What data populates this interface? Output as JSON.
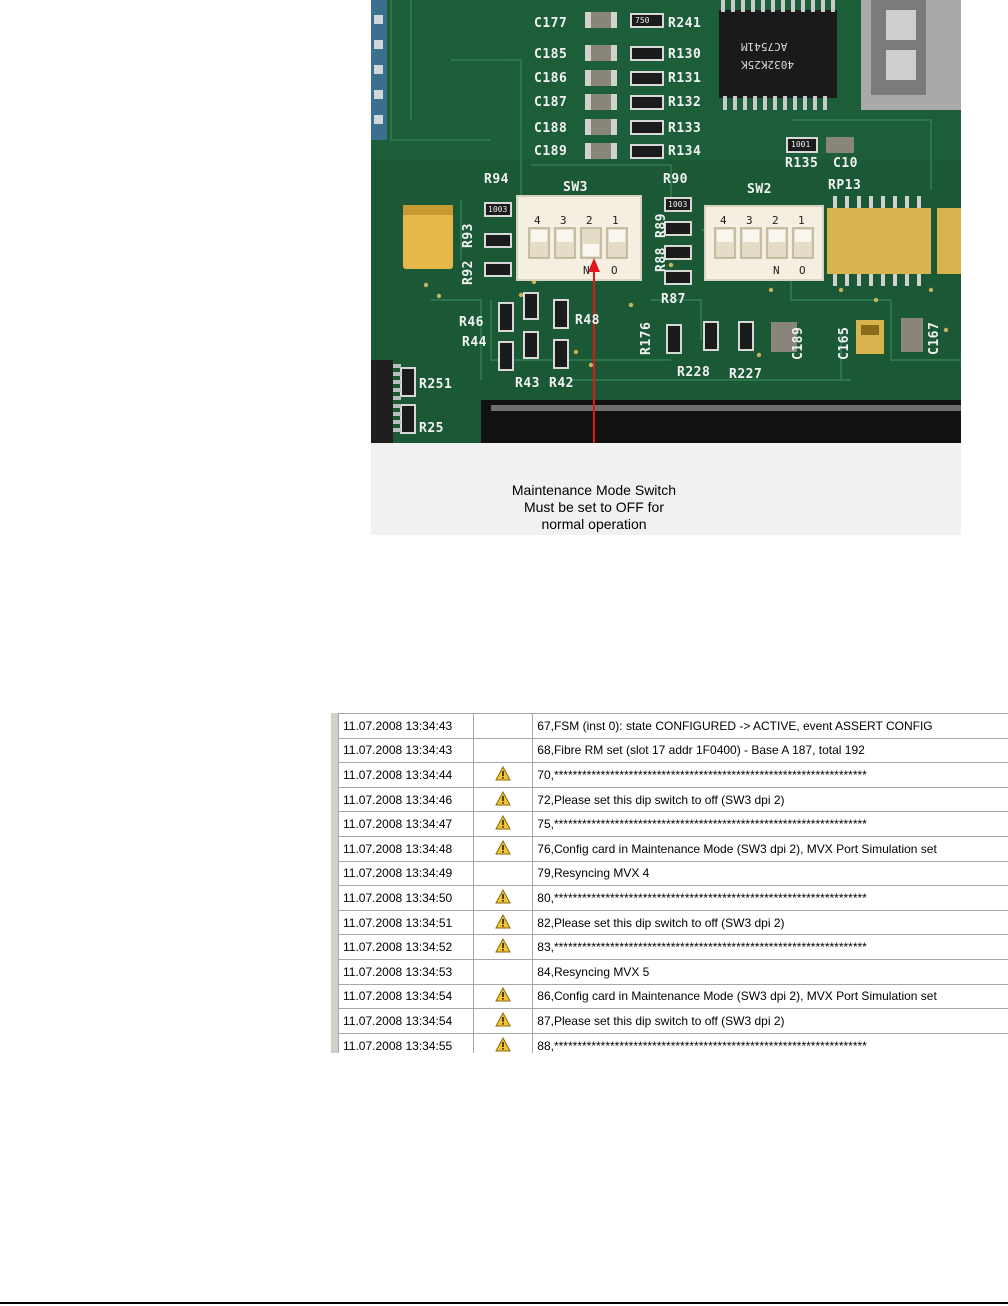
{
  "pcb": {
    "labels": {
      "c177": "C177",
      "r241": "R241",
      "c185": "C185",
      "r130": "R130",
      "c186": "C186",
      "r131": "R131",
      "c187": "C187",
      "r132": "R132",
      "c188": "C188",
      "r133": "R133",
      "c189": "C189",
      "r134": "R134",
      "r135": "R135",
      "c10": "C10",
      "r94": "R94",
      "sw3": "SW3",
      "r90": "R90",
      "sw2": "SW2",
      "rp13": "RP13",
      "r93": "R93",
      "r92": "R92",
      "r89": "R89",
      "r88": "R88",
      "r87": "R87",
      "r46": "R46",
      "r48": "R48",
      "r44": "R44",
      "r176": "R176",
      "c189b": "C189",
      "c165": "C165",
      "c167": "C167",
      "r43": "R43",
      "r42": "R42",
      "r228": "R228",
      "r227": "R227",
      "r251": "R251",
      "r25": "R25"
    },
    "chip_text": [
      "AC7541M",
      "4032K25K"
    ],
    "resistor_codes": {
      "r1003": "1003",
      "r1001": "1001",
      "r750": "750"
    },
    "sw3_positions": [
      "4",
      "3",
      "2",
      "1"
    ],
    "sw2_positions": [
      "4",
      "3",
      "2",
      "1"
    ],
    "on_marks": [
      "N",
      "O"
    ],
    "board_color": "#1d5e3a",
    "switch_color": "#f4efe0",
    "callout_color": "#e0161d"
  },
  "caption": {
    "line1": "Maintenance Mode Switch",
    "line2": "Must be set to OFF for",
    "line3": "normal operation"
  },
  "log": {
    "rows": [
      {
        "time": "11.07.2008 13:34:43",
        "warning": false,
        "message": "67,FSM (inst 0): state CONFIGURED -> ACTIVE, event ASSERT CONFIG"
      },
      {
        "time": "11.07.2008 13:34:43",
        "warning": false,
        "message": "68,Fibre RM set (slot 17 addr 1F0400) - Base A 187, total 192"
      },
      {
        "time": "11.07.2008 13:34:44",
        "warning": true,
        "message": "70,*******************************************************************"
      },
      {
        "time": "11.07.2008 13:34:46",
        "warning": true,
        "message": "72,Please set this dip switch to off (SW3 dpi 2)"
      },
      {
        "time": "11.07.2008 13:34:47",
        "warning": true,
        "message": "75,*******************************************************************"
      },
      {
        "time": "11.07.2008 13:34:48",
        "warning": true,
        "message": "76,Config card in Maintenance Mode (SW3 dpi 2), MVX Port Simulation set"
      },
      {
        "time": "11.07.2008 13:34:49",
        "warning": false,
        "message": "79,Resyncing MVX 4"
      },
      {
        "time": "11.07.2008 13:34:50",
        "warning": true,
        "message": "80,*******************************************************************"
      },
      {
        "time": "11.07.2008 13:34:51",
        "warning": true,
        "message": "82,Please set this dip switch to off (SW3 dpi 2)"
      },
      {
        "time": "11.07.2008 13:34:52",
        "warning": true,
        "message": "83,*******************************************************************"
      },
      {
        "time": "11.07.2008 13:34:53",
        "warning": false,
        "message": "84,Resyncing MVX 5"
      },
      {
        "time": "11.07.2008 13:34:54",
        "warning": true,
        "message": "86,Config card in Maintenance Mode (SW3 dpi 2), MVX Port Simulation set"
      },
      {
        "time": "11.07.2008 13:34:54",
        "warning": true,
        "message": "87,Please set this dip switch to off (SW3 dpi 2)"
      },
      {
        "time": "11.07.2008 13:34:55",
        "warning": true,
        "message": "88,*******************************************************************"
      }
    ],
    "warning_icon": "warning-triangle-icon",
    "warning_color": "#f2c531"
  }
}
